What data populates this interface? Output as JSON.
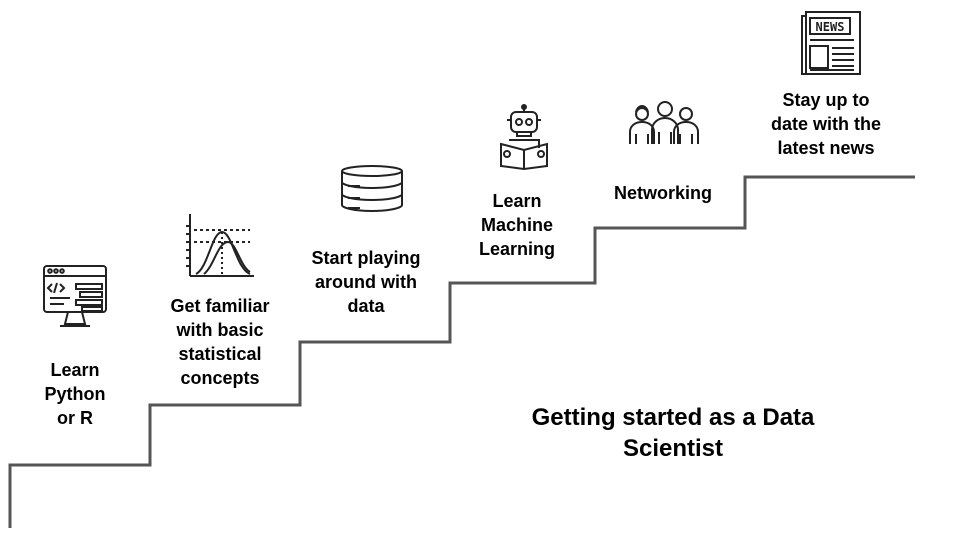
{
  "title": "Getting started as a Data\nScientist",
  "steps": [
    {
      "label": "Learn\nPython\nor R",
      "icon": "code-monitor-icon"
    },
    {
      "label": "Get familiar\nwith basic\nstatistical\nconcepts",
      "icon": "distribution-chart-icon"
    },
    {
      "label": "Start playing\naround with\ndata",
      "icon": "database-icon"
    },
    {
      "label": "Learn\nMachine\nLearning",
      "icon": "robot-reading-icon"
    },
    {
      "label": "Networking",
      "icon": "people-group-icon"
    },
    {
      "label": "Stay up to\ndate with the\nlatest news",
      "icon": "newspaper-icon",
      "icon_text": "NEWS"
    }
  ],
  "colors": {
    "stair_line": "#555555",
    "icon_stroke": "#222222"
  }
}
